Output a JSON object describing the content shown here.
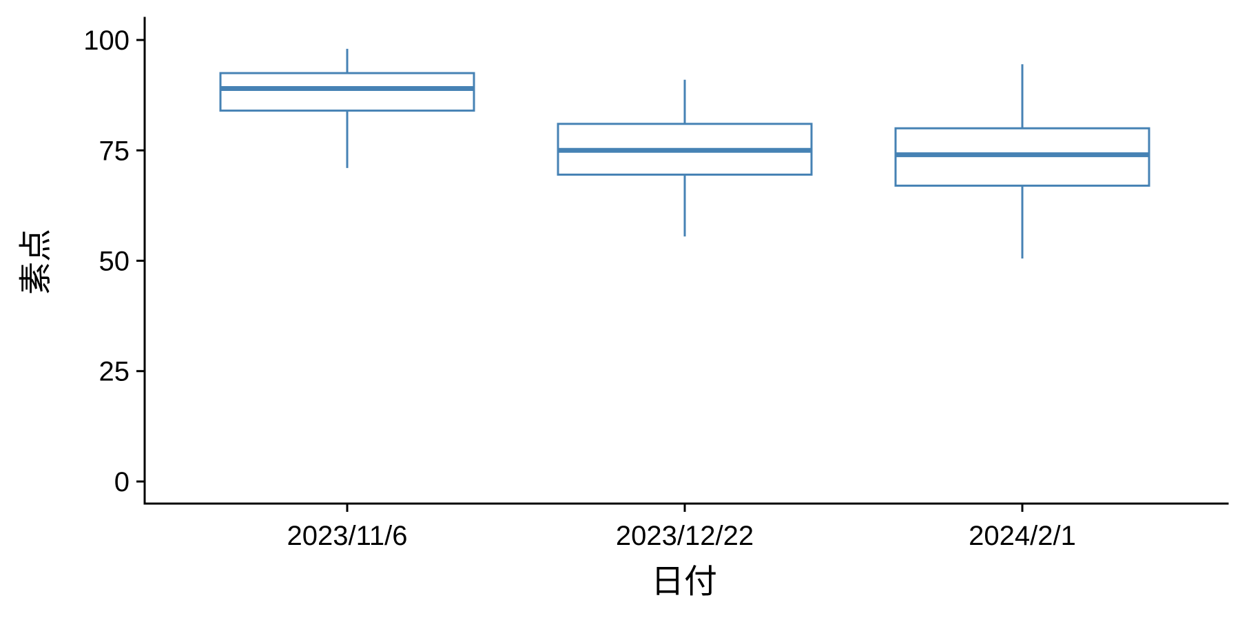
{
  "chart_data": {
    "type": "box",
    "xlabel": "日付",
    "ylabel": "素点",
    "ylim": [
      -5,
      105
    ],
    "yticks": [
      0,
      25,
      50,
      75,
      100
    ],
    "grid": false,
    "legend": "none",
    "color": "#4682b4",
    "categories": [
      "2023/11/6",
      "2023/12/22",
      "2024/2/1"
    ],
    "boxes": [
      {
        "category": "2023/11/6",
        "whisker_low": 71,
        "q1": 84,
        "median": 89,
        "q3": 92.5,
        "whisker_high": 98
      },
      {
        "category": "2023/12/22",
        "whisker_low": 55.5,
        "q1": 69.5,
        "median": 75,
        "q3": 81,
        "whisker_high": 91
      },
      {
        "category": "2024/2/1",
        "whisker_low": 50.5,
        "q1": 67,
        "median": 74,
        "q3": 80,
        "whisker_high": 94.5
      }
    ]
  }
}
